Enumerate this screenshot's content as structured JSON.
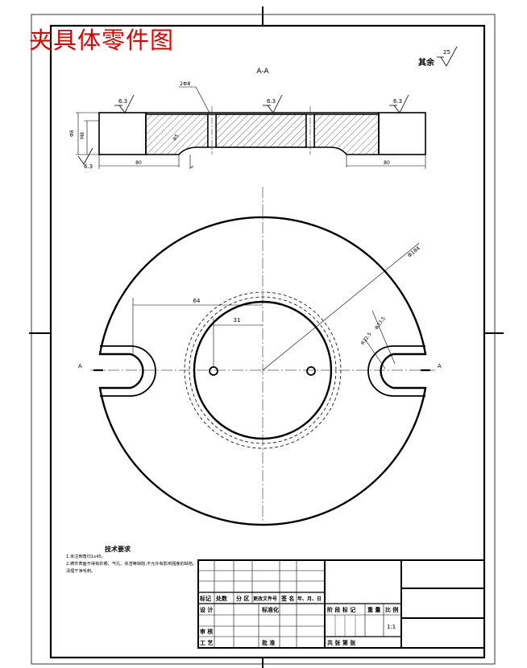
{
  "title": "夹具体零件图",
  "section_label": "A-A",
  "remainder_roughness": {
    "label": "其余",
    "value": "25"
  },
  "section_view": {
    "roughness_left": "6.3",
    "roughness_center": "6.3",
    "roughness_right": "6.3",
    "roughness_bottom": "6.3",
    "bore_dim": "2Φ8",
    "fillet_dim": "R5",
    "left_height": "Φ8",
    "left_inner_height": "M8",
    "left_width": "80",
    "right_width": "80",
    "step_dim": "5"
  },
  "plan_view": {
    "outer_diameter": "Φ184",
    "dim_64": "64",
    "dim_31": "31",
    "slot_width": "R12.5",
    "slot_depth": "Φ33.5",
    "cut_left": "A",
    "cut_right": "A"
  },
  "notes": {
    "heading": "技术要求",
    "items": [
      "1.未注倒角均1x45。",
      "2.铸件表面不得有砂眼、气孔、夹渣等缺陷,不允许有影响强度的缺陷。",
      "清理干净毛刺。"
    ]
  },
  "title_block": {
    "row_headers": [
      "标记",
      "处数",
      "分 区",
      "更改文件号",
      "签 名",
      "年、月、日"
    ],
    "design": "设 计",
    "standardization": "标准化",
    "review": "审 核",
    "process": "工 艺",
    "approve": "批 准",
    "stage_marks": "阶 段 标 记",
    "weight": "重 量",
    "scale": "比 例",
    "scale_value": "1:1",
    "sheets": "共    张  第    张"
  }
}
